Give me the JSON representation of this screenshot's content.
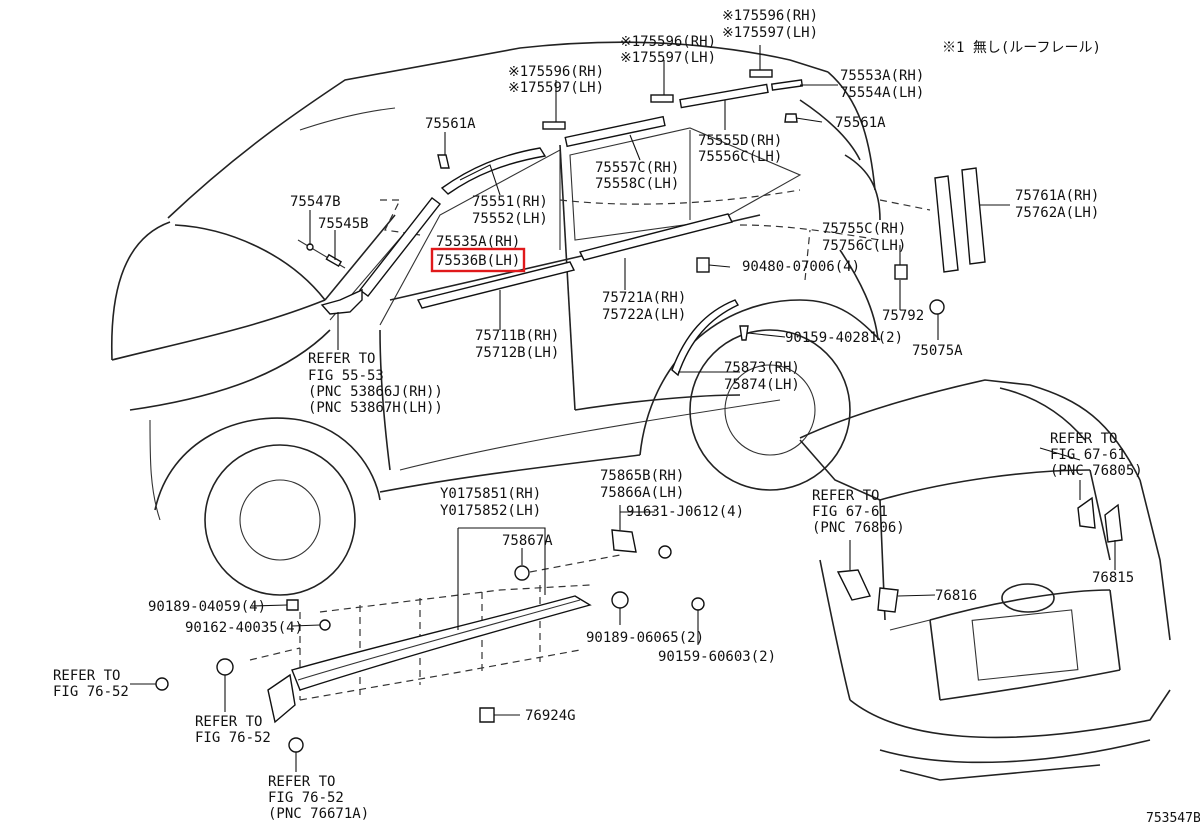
{
  "note": "※1 無し(ルーフレール)",
  "figure_id": "753547B",
  "highlight_color": "#e0191b",
  "labels": {
    "l75596a": "※175596(RH)",
    "l75597a": "※175597(LH)",
    "l75596b": "※175596(RH)",
    "l75597b": "※175597(LH)",
    "l75596c": "※175596(RH)",
    "l75597c": "※175597(LH)",
    "l75553": "75553A(RH)",
    "l75554": "75554A(LH)",
    "l75561a": "75561A",
    "l75561b": "75561A",
    "l75555": "75555D(RH)",
    "l75556": "75556C(LH)",
    "l75557": "75557C(RH)",
    "l75558": "75558C(LH)",
    "l75551": "75551(RH)",
    "l75552": "75552(LH)",
    "l75547": "75547B",
    "l75545": "75545B",
    "l75535": "75535A(RH)",
    "l75536": "75536B(LH)",
    "l75761": "75761A(RH)",
    "l75762": "75762A(LH)",
    "l75755": "75755C(RH)",
    "l75756": "75756C(LH)",
    "l90480": "90480-07006(4)",
    "l75721": "75721A(RH)",
    "l75722": "75722A(LH)",
    "l75792": "75792",
    "l90159a": "90159-40281(2)",
    "l75075": "75075A",
    "l75711": "75711B(RH)",
    "l75712": "75712B(LH)",
    "l75873": "75873(RH)",
    "l75874": "75874(LH)",
    "ref1a": "REFER TO",
    "ref1b": "FIG 55-53",
    "ref1c": "(PNC 53866J(RH))",
    "ref1d": "(PNC 53867H(LH))",
    "ref2a": "REFER TO",
    "ref2b": "FIG 67-61",
    "ref2c": "(PNC 76805)",
    "ref3a": "REFER TO",
    "ref3b": "FIG 67-61",
    "ref3c": "(PNC 76806)",
    "y851": "Y0175851(RH)",
    "y852": "Y0175852(LH)",
    "l75865": "75865B(RH)",
    "l75866": "75866A(LH)",
    "l91631": "91631-J0612(4)",
    "l75867": "75867A",
    "l90189a": "90189-04059(4)",
    "l90162": "90162-40035(4)",
    "l90189b": "90189-06065(2)",
    "l90159b": "90159-60603(2)",
    "l76816": "76816",
    "l76815": "76815",
    "ref4a": "REFER TO",
    "ref4b": "FIG 76-52",
    "ref5a": "REFER TO",
    "ref5b": "FIG 76-52",
    "ref6a": "REFER TO",
    "ref6b": "FIG 76-52",
    "ref6c": "(PNC 76671A)",
    "l76924": "76924G"
  }
}
